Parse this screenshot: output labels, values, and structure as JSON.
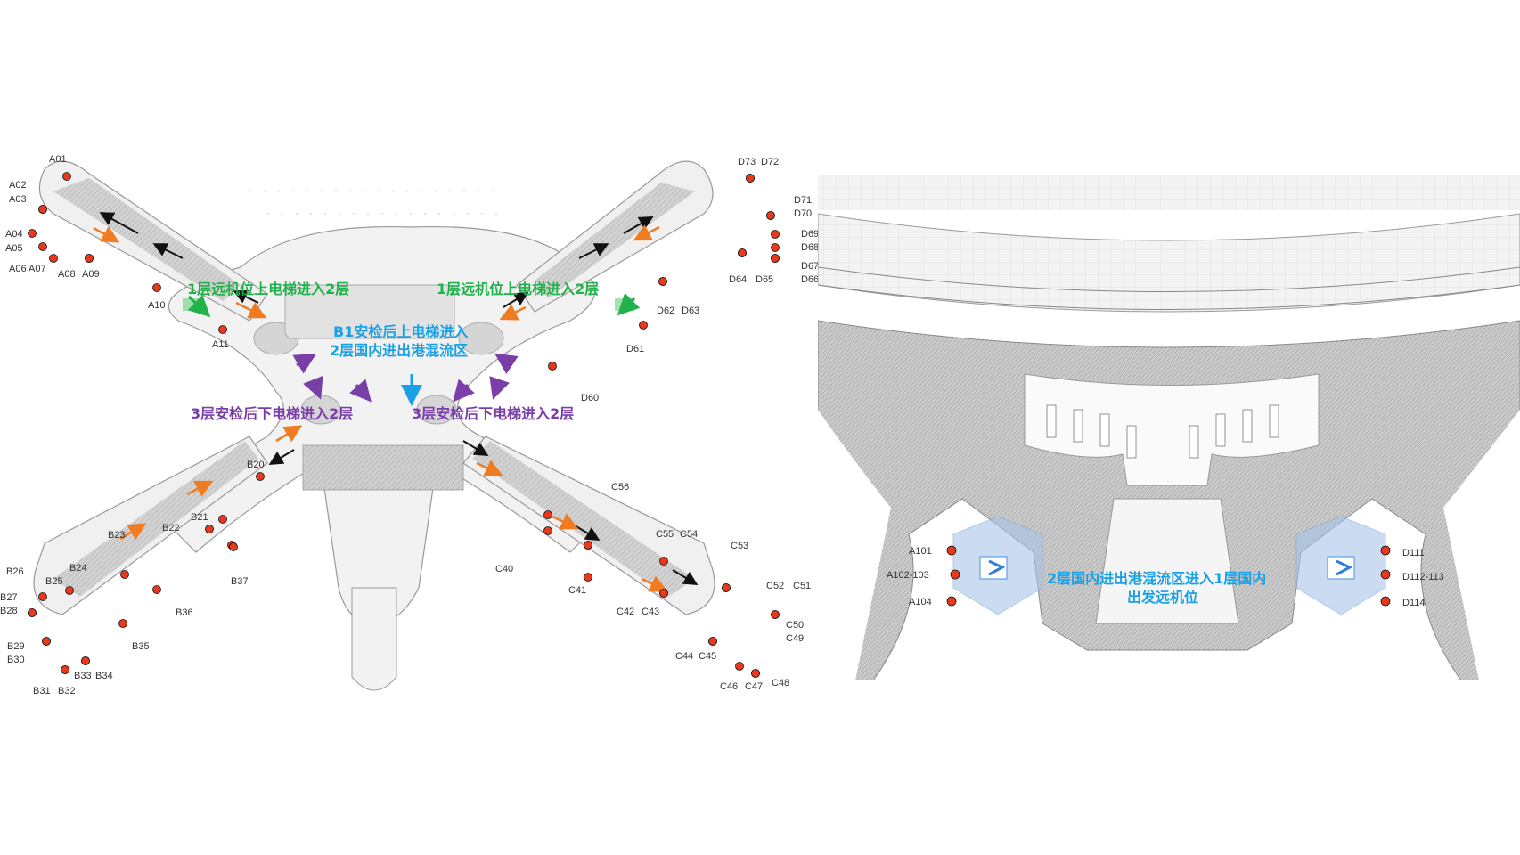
{
  "colors": {
    "gate": "#e8391d",
    "green": "#22b24c",
    "blue": "#1aa0e6",
    "purple": "#7a3ea8",
    "orange": "#f07c22",
    "black": "#111111"
  },
  "left_map": {
    "gates": [
      "A01",
      "A02",
      "A03",
      "A04",
      "A05",
      "A06 A07",
      "A08",
      "A09",
      "A10",
      "A11",
      "D73",
      "D72",
      "D71",
      "D70",
      "D69",
      "D68",
      "D67",
      "D66",
      "D64",
      "D65",
      "D62",
      "D63",
      "D61",
      "D60",
      "B20",
      "B21",
      "B22",
      "B23",
      "B24",
      "B25",
      "B26",
      "B27",
      "B28",
      "B29",
      "B30",
      "B31",
      "B32",
      "B33",
      "B34",
      "B35",
      "B36",
      "B37",
      "C56",
      "C55",
      "C54",
      "C53",
      "C52",
      "C51",
      "C50",
      "C49",
      "C48",
      "C47",
      "C46",
      "C45",
      "C44",
      "C43",
      "C42",
      "C41",
      "C40"
    ],
    "notes": {
      "upper_left": "1层远机位上电梯进入2层",
      "upper_right": "1层远机位上电梯进入2层",
      "center_line1": "B1安检后上电梯进入",
      "center_line2": "2层国内进出港混流区",
      "lower_left": "3层安检后下电梯进入2层",
      "lower_right": "3层安检后下电梯进入2层"
    }
  },
  "right_map": {
    "gates": [
      "A101",
      "A102-103",
      "A104",
      "D111",
      "D112-113",
      "D114"
    ],
    "notes": {
      "line1": "2层国内进出港混流区进入1层国内",
      "line2": "出发远机位"
    }
  }
}
